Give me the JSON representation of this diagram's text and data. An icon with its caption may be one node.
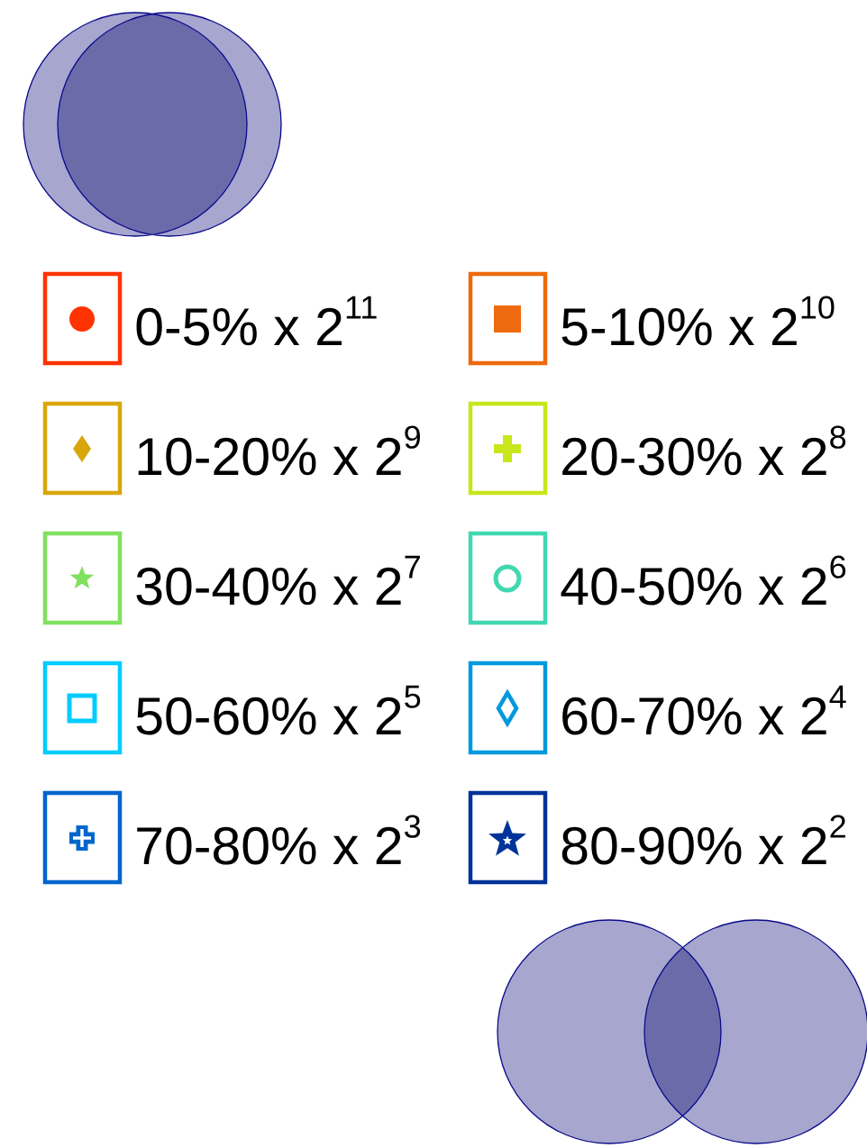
{
  "diagram": {
    "nodes": [
      {
        "text": [],
        "shape": "circle"
      },
      {
        "text": [],
        "shape": "circle"
      },
      {
        "text": [],
        "shape": "circle"
      },
      {
        "text": [],
        "shape": "circle"
      }
    ],
    "legend": [
      {
        "text": "0-5% x 2$^{11}$"
      },
      {
        "text": "5-10% x 2$^{10}$"
      },
      {
        "text": "10-20% x 2$^{9}$"
      },
      {
        "text": "20-30% x 2$^{8}$"
      },
      {
        "text": "30-40% x 2$^{7}$"
      },
      {
        "text": "40-50% x 2$^{6}$"
      },
      {
        "text": "50-60% x 2$^{5}$"
      },
      {
        "text": "60-70% x 2$^{4}$"
      },
      {
        "text": "70-80% x 2$^{3}$"
      },
      {
        "text": "80-90% x 2$^{2}$"
      }
    ]
  }
}
